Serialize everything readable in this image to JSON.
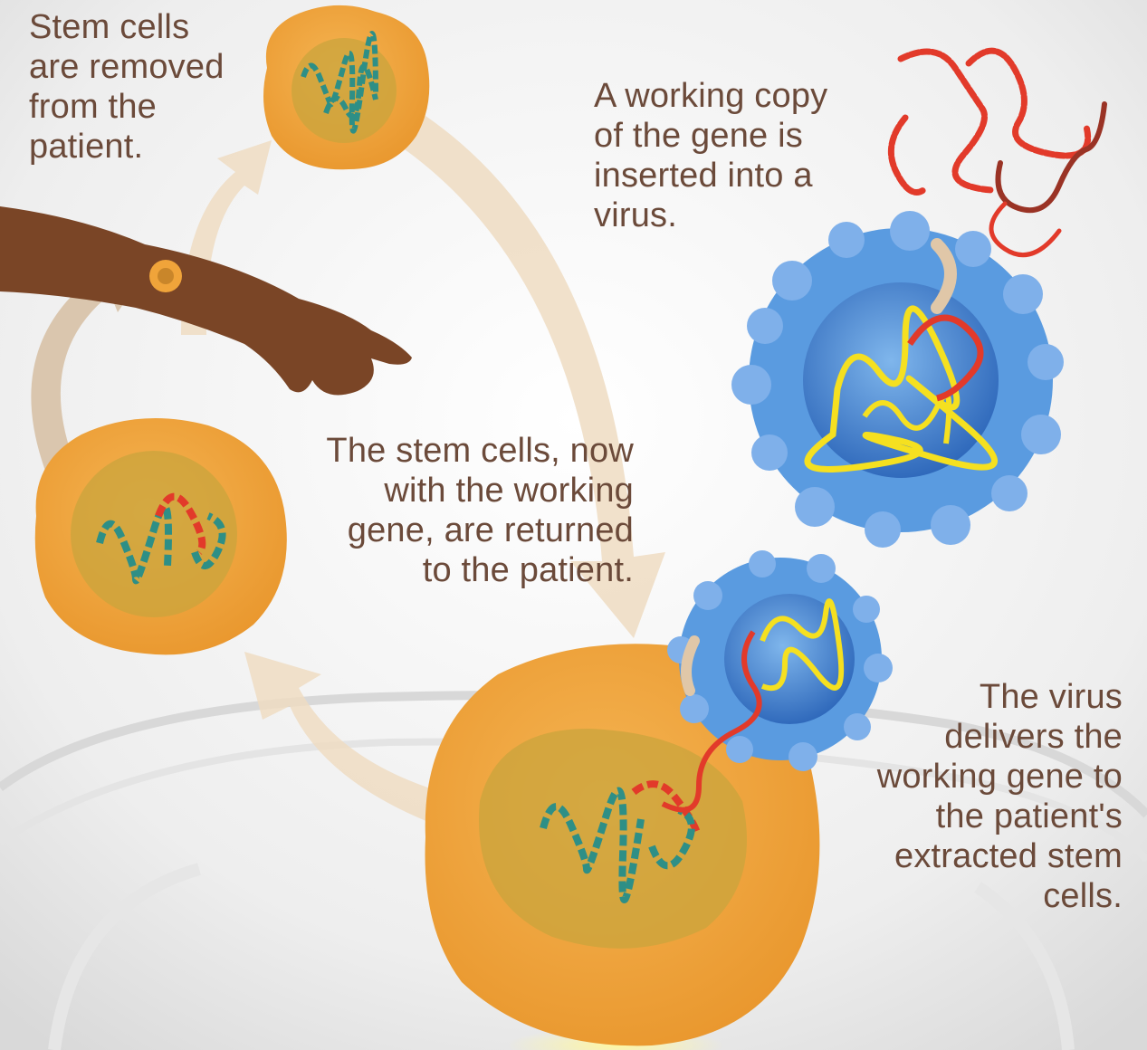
{
  "steps": {
    "removed": {
      "text": "Stem cells\nare removed\nfrom the\npatient."
    },
    "inserted": {
      "text": "A working copy\nof the gene is\ninserted into a\nvirus."
    },
    "returned": {
      "text": "The stem cells, now\nwith the working\ngene, are returned\nto the patient."
    },
    "delivers": {
      "text": "The virus\ndelivers the\nworking gene to\nthe patient's\nextracted stem\ncells."
    }
  },
  "colors": {
    "background": "#f2f2f2",
    "text": "#6b4a3a",
    "cell": "#f0a43a",
    "cell_nucleus": "#c9a43c",
    "virus_capsid": "#4a8fd8",
    "virus_core": "#2f6fc2",
    "gene_working": "#e23a2a",
    "gene_viral": "#f5e020",
    "dna_patient": "#2e8f86",
    "arrow": "#efdcc2",
    "arm": "#7a4526"
  },
  "icons": [
    "stem-cell",
    "virus",
    "gene-strand",
    "patient-arm",
    "petri-dish",
    "cycle-arrow"
  ]
}
